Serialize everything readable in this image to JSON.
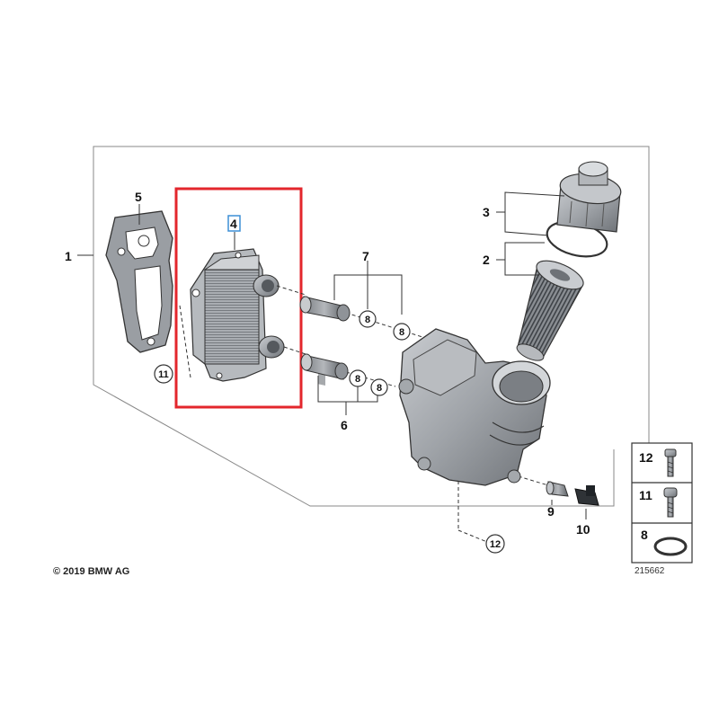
{
  "diagram": {
    "callouts": {
      "c1": "1",
      "c2": "2",
      "c3": "3",
      "c4": "4",
      "c5": "5",
      "c6": "6",
      "c7": "7",
      "c8a": "8",
      "c8b": "8",
      "c8c": "8",
      "c8d": "8",
      "c9": "9",
      "c10": "10",
      "c11": "11",
      "c12": "12"
    },
    "legend": {
      "items": [
        {
          "number": "12",
          "part": "bolt"
        },
        {
          "number": "11",
          "part": "socket-head-bolt"
        },
        {
          "number": "8",
          "part": "o-ring"
        }
      ]
    },
    "highlight_color": "#e3262c",
    "selected_callout_color": "#3d8fd6"
  },
  "footer": {
    "copyright": "© 2019 BMW AG",
    "diagram_number": "215662"
  }
}
